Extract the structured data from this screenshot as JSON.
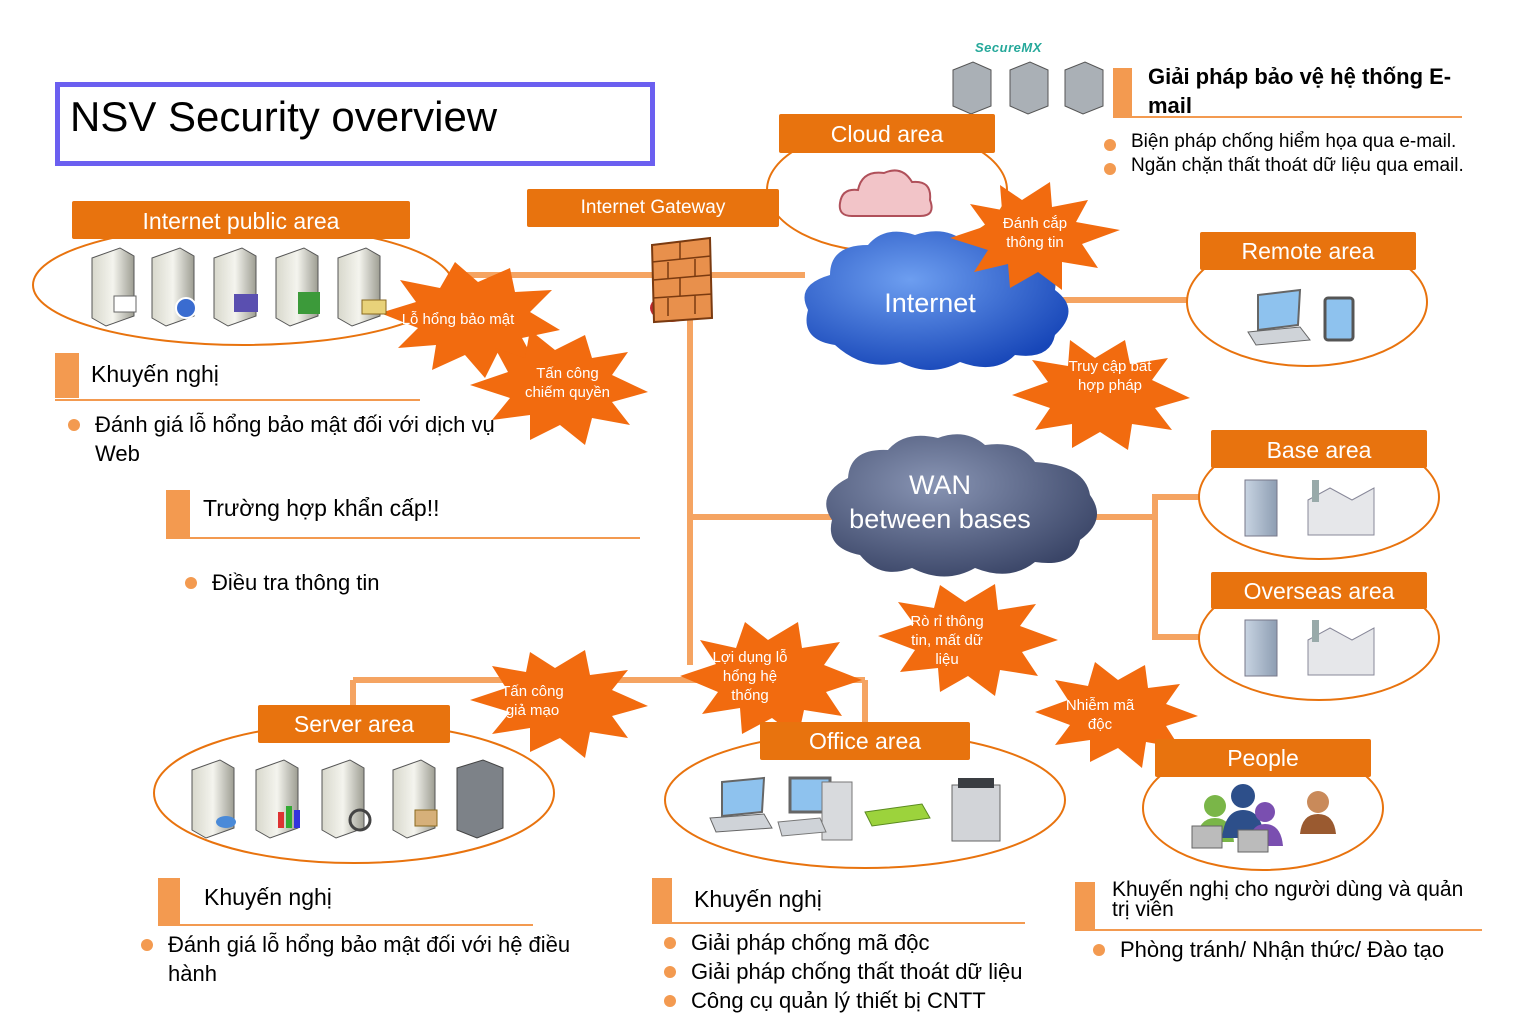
{
  "title": "NSV Security overview",
  "securemx_logo": "SecureMX",
  "email_protection": {
    "heading": "Giải pháp bảo vệ hệ thống E-mail",
    "items": [
      "Biện pháp chống hiểm họa qua  e-mail.",
      "Ngăn chặn thất thoát dữ liệu qua email."
    ]
  },
  "areas": {
    "internet_public": "Internet  public area",
    "internet_gateway": "Internet Gateway",
    "cloud": "Cloud area",
    "remote": "Remote area",
    "base": "Base area",
    "overseas": "Overseas area",
    "server": "Server area",
    "office": "Office area",
    "people": "People"
  },
  "clouds": {
    "internet": "Internet",
    "wan": "WAN\nbetween bases"
  },
  "threats": {
    "vuln": "Lỗ hổng bảo mật",
    "privilege": "Tấn công\nchiếm quyền",
    "theft": "Đánh cắp\nthông tin",
    "illegal": "Truy cập bất\nhợp pháp",
    "spoof": "Tấn công\ngiả mạo",
    "exploit": "Lợi dụng lỗ\nhổng hệ\nthống",
    "leak": "Rò rỉ  thông\ntin, mất dữ\nliệu",
    "malware": "Nhiễm mã\nđộc"
  },
  "sections": {
    "rec_web": {
      "heading": "Khuyến nghị",
      "items": [
        "Đánh giá lỗ hổng bảo mật đối với dịch vụ Web"
      ]
    },
    "emergency": {
      "heading": "Trường hợp khẩn cấp!!",
      "items": [
        "Điều tra thông tin"
      ]
    },
    "rec_os": {
      "heading": "Khuyến nghị",
      "items": [
        "Đánh giá lỗ hổng bảo mật đối với hệ điều hành"
      ]
    },
    "rec_office": {
      "heading": "Khuyến nghị",
      "items": [
        "Giải pháp chống mã độc",
        "Giải pháp chống thất thoát dữ liệu",
        "Công cụ quản lý thiết bị CNTT"
      ]
    },
    "rec_users": {
      "heading": "Khuyến nghị cho người dùng và quản trị viên",
      "items": [
        "Phòng tránh/ Nhận thức/ Đào tạo"
      ]
    }
  },
  "colors": {
    "accent": "#e8730e",
    "line": "#f5a462",
    "burst": "#f26b0f",
    "title_border": "#6b5ff0"
  }
}
